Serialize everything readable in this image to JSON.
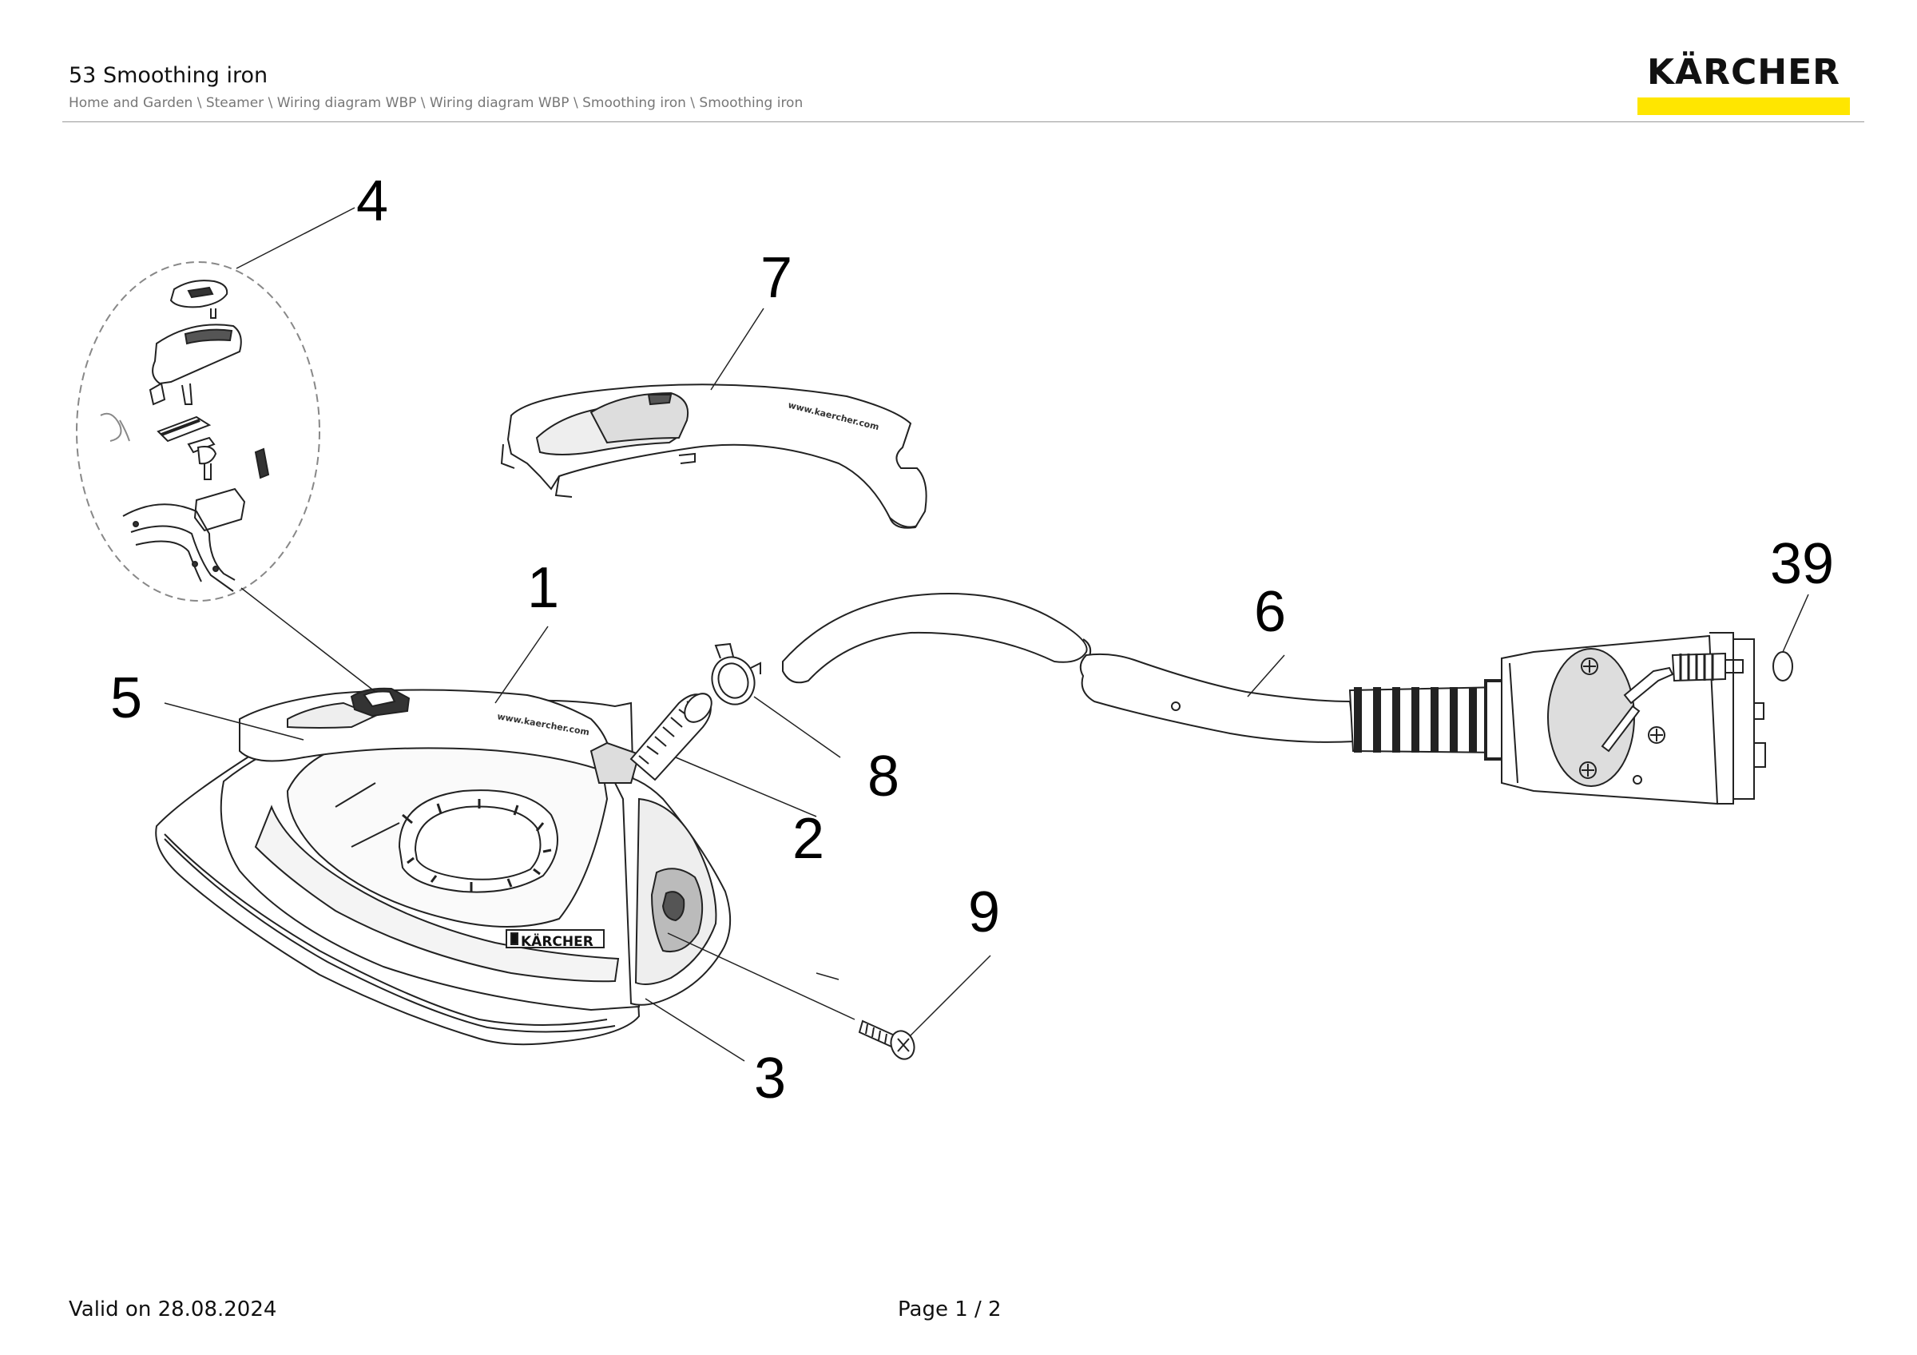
{
  "header": {
    "title": "53 Smoothing iron",
    "breadcrumb": "Home and Garden \\ Steamer \\ Wiring diagram WBP \\ Wiring diagram WBP \\ Smoothing iron \\ Smoothing iron"
  },
  "brand": {
    "logo_text": "KÄRCHER",
    "accent_color": "#ffe600"
  },
  "parts": {
    "p1": "1",
    "p2": "2",
    "p3": "3",
    "p4": "4",
    "p5": "5",
    "p6": "6",
    "p7": "7",
    "p8": "8",
    "p9": "9",
    "p39": "39"
  },
  "product_markings": {
    "body_logo": "KÄRCHER",
    "url": "www.kaercher.com"
  },
  "footer": {
    "valid": "Valid on 28.08.2024",
    "page": "Page 1 / 2"
  }
}
